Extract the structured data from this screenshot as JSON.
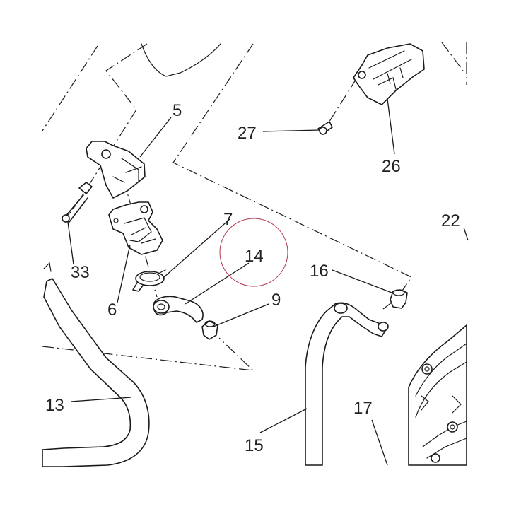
{
  "labels": {
    "p5": "5",
    "p6": "6",
    "p7": "7",
    "p9": "9",
    "p13": "13",
    "p14": "14",
    "p15": "15",
    "p16": "16",
    "p17": "17",
    "p22": "22",
    "p26": "26",
    "p27": "27",
    "p33": "33"
  },
  "colors": {
    "line": "#1a1a1a",
    "text": "#222222",
    "highlight_circle": "#b5364a"
  }
}
